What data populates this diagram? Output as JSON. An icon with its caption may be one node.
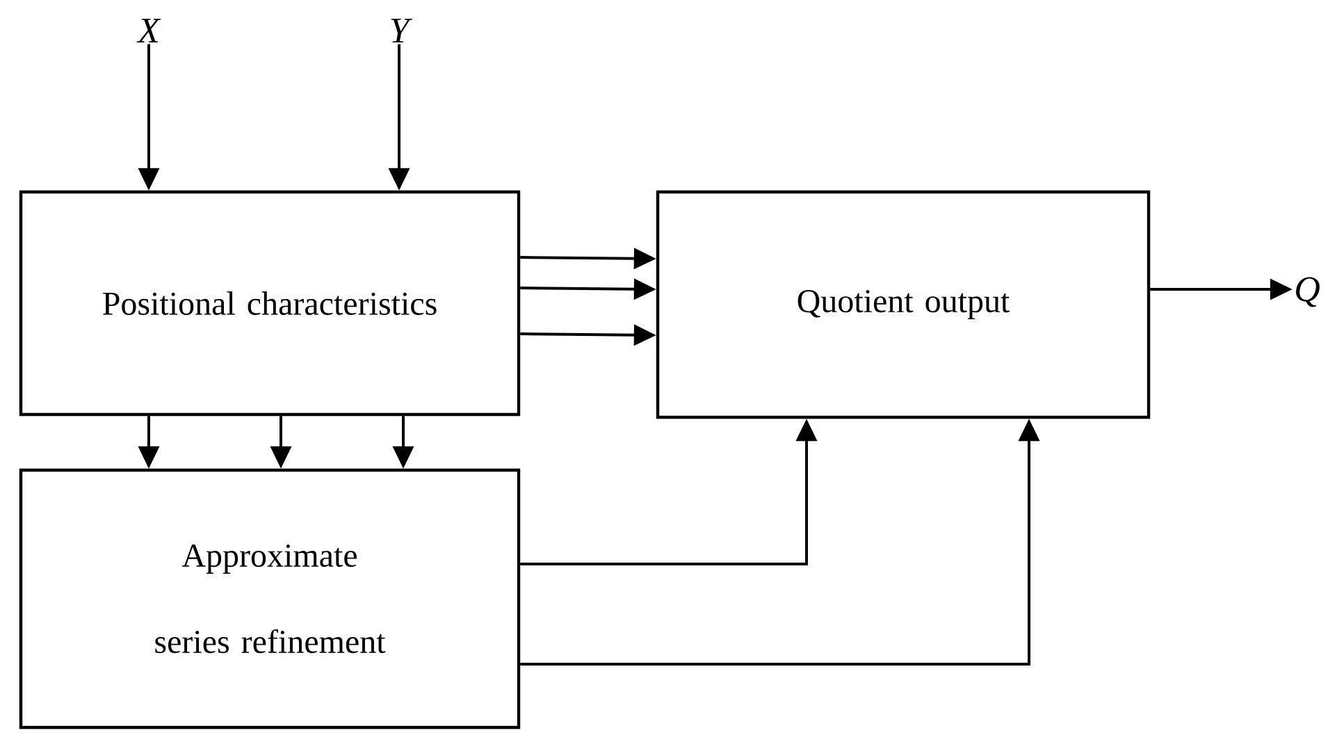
{
  "diagram": {
    "nodes": [
      {
        "text": [
          "Positional characteristics"
        ]
      },
      {
        "text": [
          "Quotient output"
        ]
      },
      {
        "text": [
          "Approximate series refinement"
        ]
      },
      {
        "text": [
          "X"
        ]
      },
      {
        "text": [
          "Y"
        ]
      },
      {
        "text": [
          "Q"
        ]
      }
    ],
    "edges": [
      {
        "from": 3,
        "to": 0,
        "arrow": "to"
      },
      {
        "from": 4,
        "to": 0,
        "arrow": "to"
      },
      {
        "from": 0,
        "to": 1,
        "arrow": "to"
      },
      {
        "from": 0,
        "to": 1,
        "arrow": "to"
      },
      {
        "from": 0,
        "to": 1,
        "arrow": "to"
      },
      {
        "from": 0,
        "to": 2,
        "arrow": "to"
      },
      {
        "from": 0,
        "to": 2,
        "arrow": "to"
      },
      {
        "from": 0,
        "to": 2,
        "arrow": "to"
      },
      {
        "from": 2,
        "to": 1,
        "arrow": "to"
      },
      {
        "from": 2,
        "to": 1,
        "arrow": "to"
      },
      {
        "from": 1,
        "to": 5,
        "arrow": "to"
      }
    ]
  }
}
